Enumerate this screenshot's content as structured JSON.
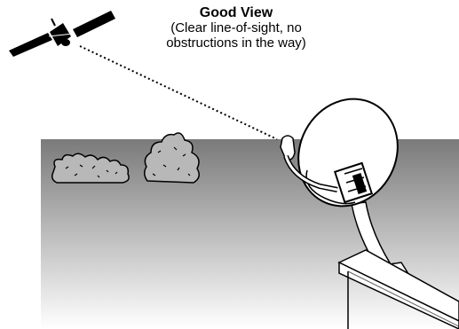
{
  "diagram": {
    "title": "Good View",
    "subtitle_line1": "(Clear line-of-sight, no",
    "subtitle_line2": "obstructions in the way)",
    "colors": {
      "ink": "#000000",
      "sky_top": "#7a7a7a",
      "ground_bottom": "#ffffff",
      "foliage": "#b8b8b8",
      "dish": "#ffffff"
    },
    "icons": [
      "satellite-icon",
      "shrub-icon",
      "tree-icon",
      "satellite-dish-icon",
      "mounting-pole-icon",
      "roof-ledge-icon"
    ]
  }
}
